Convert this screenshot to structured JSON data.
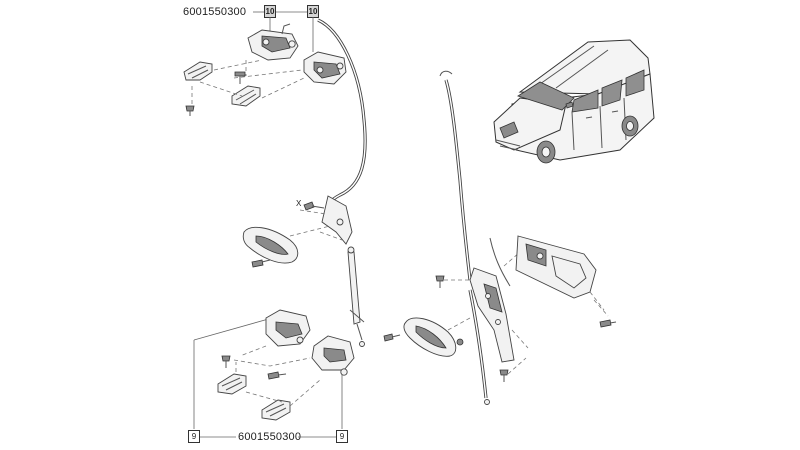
{
  "top_group": {
    "part_number": "6001550300",
    "callouts": [
      "10",
      "10"
    ]
  },
  "bottom_group": {
    "part_number": "6001550300",
    "callouts": [
      "9",
      "9"
    ]
  },
  "small_marks": {
    "x_mark": "X"
  }
}
